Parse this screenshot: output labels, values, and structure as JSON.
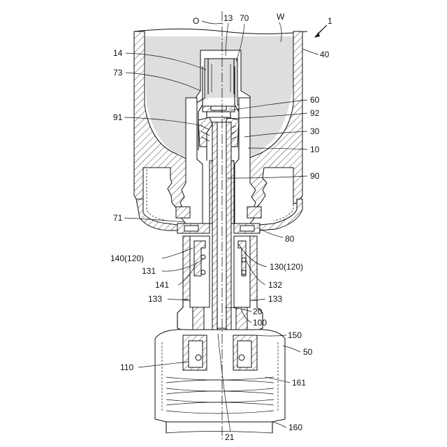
{
  "figure": {
    "figure_ref": "1",
    "axis_label": "O",
    "liquid_label": "W"
  },
  "labels": {
    "l13": "13",
    "l70": "70",
    "l40": "40",
    "l14": "14",
    "l73": "73",
    "l60": "60",
    "l92": "92",
    "l91": "91",
    "l30": "30",
    "l10": "10",
    "l90": "90",
    "l71": "71",
    "l80": "80",
    "l140": "140(120)",
    "l130": "130(120)",
    "l131": "131",
    "l141": "141",
    "l132": "132",
    "l133a": "133",
    "l133b": "133",
    "l20": "20",
    "l100": "100",
    "l150": "150",
    "l50": "50",
    "l110": "110",
    "l161": "161",
    "l160": "160",
    "l21": "21"
  }
}
